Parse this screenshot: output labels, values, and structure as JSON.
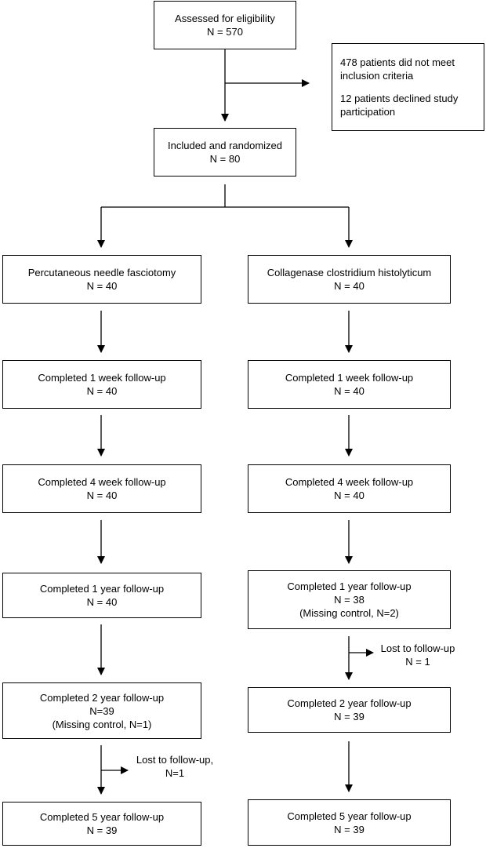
{
  "flow": {
    "assessed": {
      "title": "Assessed for eligibility",
      "n": "N = 570"
    },
    "excluded": {
      "line1": "478 patients did not meet",
      "line2": "inclusion criteria",
      "line3": "12 patients declined study",
      "line4": "participation"
    },
    "randomized": {
      "title": "Included and randomized",
      "n": "N = 80"
    },
    "left": {
      "arm": {
        "title": "Percutaneous needle fasciotomy",
        "n": "N = 40"
      },
      "week1": {
        "title": "Completed 1 week follow-up",
        "n": "N = 40"
      },
      "week4": {
        "title": "Completed 4 week follow-up",
        "n": "N = 40"
      },
      "year1": {
        "title": "Completed 1 year follow-up",
        "n": "N = 40"
      },
      "year2": {
        "title": "Completed 2 year follow-up",
        "n": "N=39",
        "note": "(Missing control, N=1)"
      },
      "lost": {
        "line1": "Lost to follow-up,",
        "line2": "N=1"
      },
      "year5": {
        "title": "Completed 5 year follow-up",
        "n": "N = 39"
      }
    },
    "right": {
      "arm": {
        "title": "Collagenase clostridium histolyticum",
        "n": "N = 40"
      },
      "week1": {
        "title": "Completed 1 week follow-up",
        "n": "N = 40"
      },
      "week4": {
        "title": "Completed 4 week follow-up",
        "n": "N = 40"
      },
      "year1": {
        "title": "Completed 1 year follow-up",
        "n": "N = 38",
        "note": "(Missing control, N=2)"
      },
      "lost": {
        "line1": "Lost to follow-up",
        "line2": "N = 1"
      },
      "year2": {
        "title": "Completed 2 year follow-up",
        "n": "N = 39"
      },
      "year5": {
        "title": "Completed 5 year follow-up",
        "n": "N = 39"
      }
    }
  }
}
